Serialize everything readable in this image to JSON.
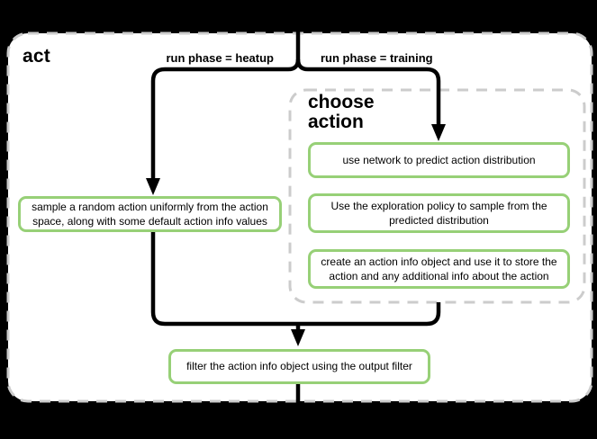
{
  "colors": {
    "background": "#000000",
    "canvas": "#ffffff",
    "node_border": "#97d077",
    "container_border": "#cccccc",
    "connector": "#000000"
  },
  "act": {
    "title": "act",
    "branch_labels": {
      "heatup": "run phase = heatup",
      "training": "run phase = training"
    },
    "nodes": {
      "sample_random_action": "sample a random action uniformly from the action space, along with some default action info values",
      "filter_action_info": "filter the action info object using the output filter"
    },
    "choose_action": {
      "title": "choose\naction",
      "nodes": {
        "use_network": "use network to predict action distribution",
        "exploration_policy": "Use the exploration policy to sample from the predicted distribution",
        "create_action_info": "create an action info object and use it to store the action and any additional info about the action"
      }
    }
  }
}
